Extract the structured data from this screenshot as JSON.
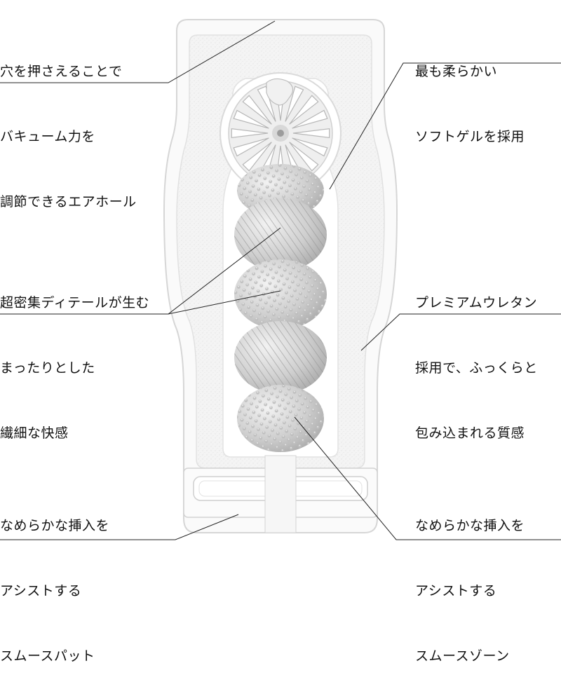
{
  "callouts": {
    "air_hole": [
      "穴を押さえることで",
      "バキューム力を",
      "調節できるエアホール"
    ],
    "soft_gel": [
      "最も柔らかい",
      "ソフトゲルを採用"
    ],
    "detail": [
      "超密集ディテールが生む",
      "まったりとした",
      "繊細な快感"
    ],
    "urethane": [
      "プレミアムウレタン",
      "採用で、ふっくらと",
      "包み込まれる質感"
    ],
    "smooth_pad": [
      "なめらかな挿入を",
      "アシストする",
      "スムースパット"
    ],
    "smooth_zone": [
      "なめらかな挿入を",
      "アシストする",
      "スムースゾーン"
    ]
  }
}
